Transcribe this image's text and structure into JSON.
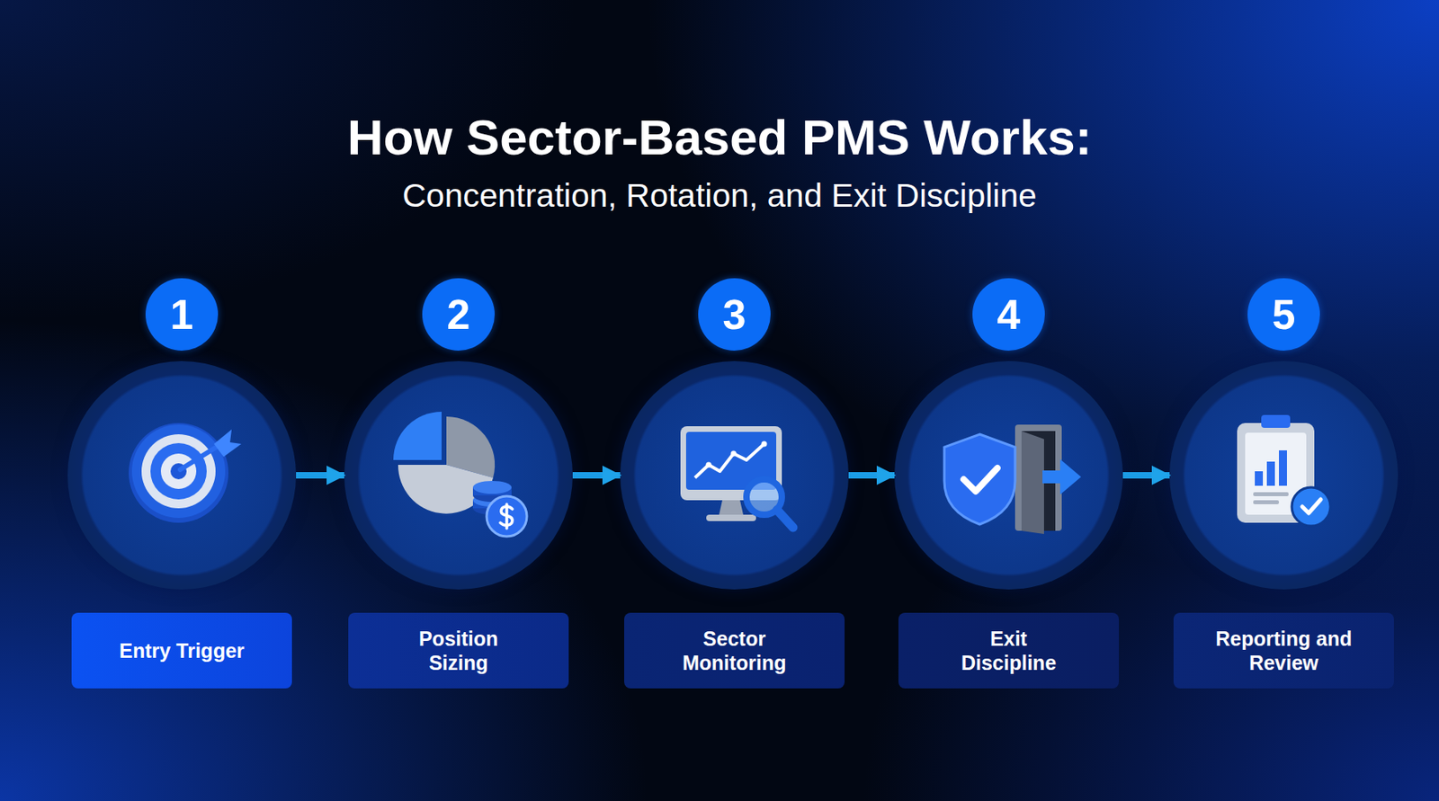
{
  "diagram": {
    "title": "How Sector-Based PMS Works:",
    "nodes": [
      {
        "text": [
          "1",
          "Entry Trigger"
        ]
      },
      {
        "text": [
          "2",
          "Position Sizing"
        ]
      },
      {
        "text": [
          "3",
          "Sector Monitoring"
        ]
      },
      {
        "text": [
          "4",
          "Exit Discipline"
        ]
      },
      {
        "text": [
          "5",
          "Reporting and Review"
        ]
      }
    ],
    "edges": [
      {
        "from": 0,
        "to": 1,
        "arrow": "to"
      },
      {
        "from": 1,
        "to": 2,
        "arrow": "to"
      },
      {
        "from": 2,
        "to": 3,
        "arrow": "to"
      },
      {
        "from": 3,
        "to": 4,
        "arrow": "to"
      }
    ],
    "labels": [
      "Concentration, Rotation, and Exit Discipline"
    ]
  }
}
